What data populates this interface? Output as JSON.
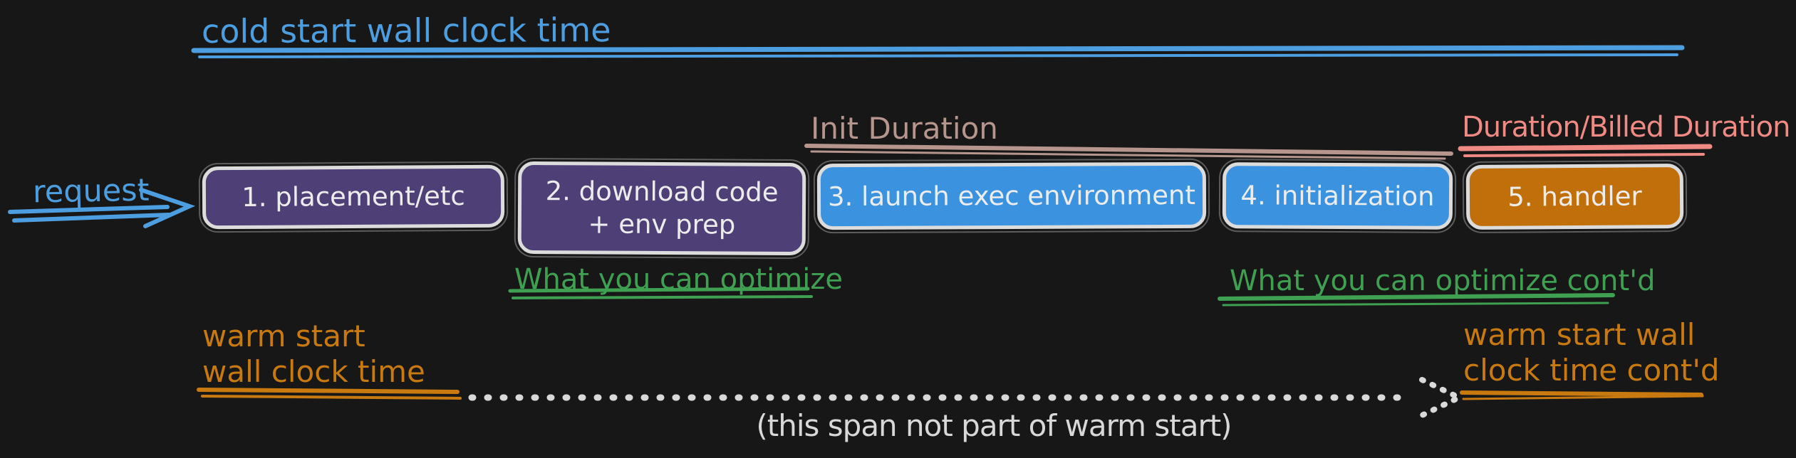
{
  "colors": {
    "bg": "#171717",
    "blue": "#4d9ee0",
    "blue_fill": "#3b93e0",
    "purple_fill": "#4e4077",
    "orange_fill": "#c06f0a",
    "box_border": "#dcdcdc",
    "box_text": "#ececec",
    "tan": "#b6958d",
    "pink": "#f08a84",
    "green": "#3fa052",
    "orange": "#c8790f",
    "note_text": "#d8d8d8",
    "dotted_line": "#d9d9d9"
  },
  "annotations": {
    "cold_start": "cold start wall clock time",
    "init_duration": "Init Duration",
    "billed_duration": "Duration/Billed Duration",
    "request": "request",
    "optimize": "What you can optimize",
    "optimize_contd": "What you can optimize cont'd",
    "warm_start_line1": "warm start",
    "warm_start_line2": "wall clock time",
    "warm_start_contd_line1": "warm start wall",
    "warm_start_contd_line2": "clock time cont'd",
    "span_note": "(this span not part of warm start)"
  },
  "steps": [
    {
      "label": "1. placement/etc",
      "color": "purple"
    },
    {
      "label_line1": "2. download code",
      "label_line2": "+ env prep",
      "color": "purple"
    },
    {
      "label": "3. launch exec environment",
      "color": "blue"
    },
    {
      "label": "4. initialization",
      "color": "blue"
    },
    {
      "label": "5. handler",
      "color": "orange"
    }
  ]
}
